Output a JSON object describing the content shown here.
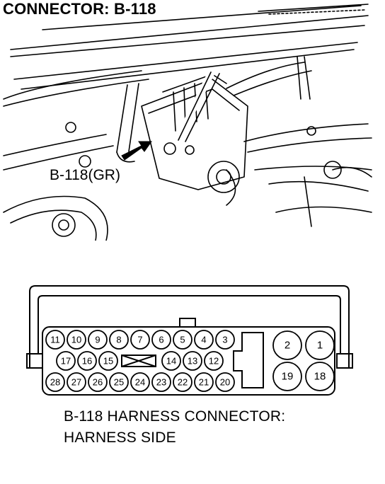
{
  "title": "CONNECTOR: B-118",
  "callout": "B-118(GR)",
  "caption": {
    "line1": "B-118 HARNESS CONNECTOR:",
    "line2": "HARNESS SIDE"
  },
  "connector": {
    "row1": [
      "11",
      "10",
      "9",
      "8",
      "7",
      "6",
      "5",
      "4",
      "3"
    ],
    "row2_left": [
      "17",
      "16",
      "15"
    ],
    "row2_right": [
      "14",
      "13",
      "12"
    ],
    "row3": [
      "28",
      "27",
      "26",
      "25",
      "24",
      "23",
      "22",
      "21",
      "20"
    ],
    "right_top": [
      "2",
      "1"
    ],
    "right_bottom": [
      "19",
      "18"
    ]
  }
}
